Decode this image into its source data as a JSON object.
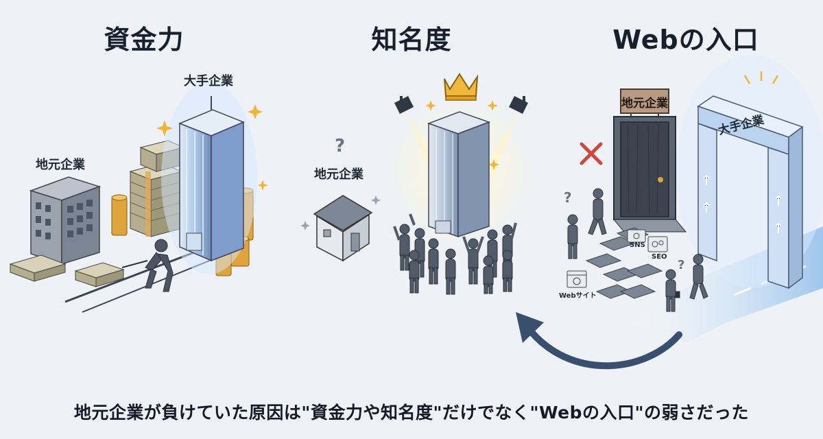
{
  "panels": [
    {
      "title": "資金力",
      "labels": {
        "big": "大手企業",
        "local": "地元企業"
      }
    },
    {
      "title": "知名度",
      "labels": {
        "local": "地元企業",
        "question": "?"
      }
    },
    {
      "title": "Webの入口",
      "labels": {
        "door_sign": "地元企業",
        "gate_sign": "大手企業",
        "sns": "SNS",
        "seo": "SEO",
        "website": "Webサイト",
        "question": "?"
      }
    }
  ],
  "caption": "地元企業が負けていた原因は\"資金力や知名度\"だけでなく\"Webの入口\"の弱さだった",
  "colors": {
    "background": "#eef2f6",
    "tower": "#b9d2ee",
    "gold": "#e3a93b",
    "arrow": "#3a4f6e",
    "cross": "#d2473a"
  }
}
